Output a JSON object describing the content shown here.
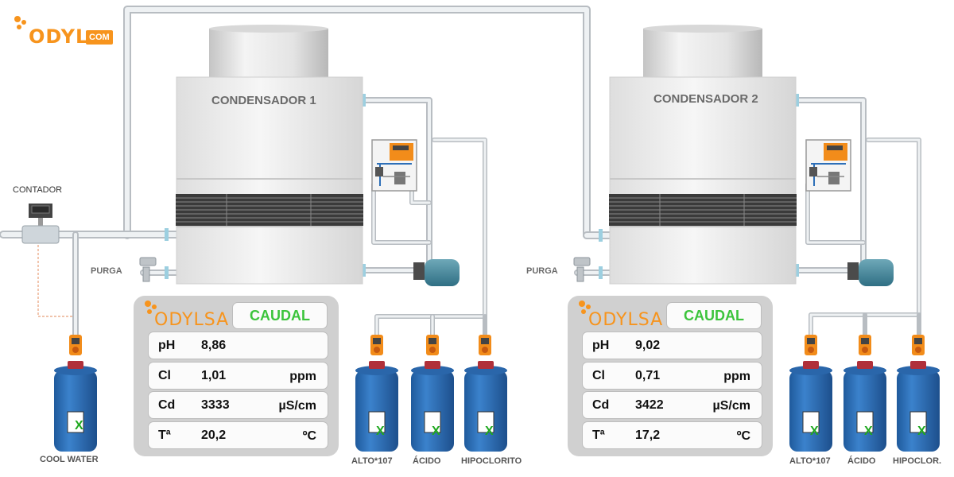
{
  "brand": {
    "logo_top": "ODYL",
    "logo_top_badge": "COM",
    "panel_logo": "ODYLSA"
  },
  "labels": {
    "contador": "CONTADOR",
    "cool_water": "COOL WATER",
    "purga": "PURGA"
  },
  "units": {
    "cl": "ppm",
    "cd": "µS/cm",
    "temp": "ºC"
  },
  "condenser_1": {
    "title": "CONDENSADOR 1",
    "caudal": "CAUDAL",
    "ph_label": "pH",
    "ph": "8,86",
    "cl_label": "Cl",
    "cl": "1,01",
    "cd_label": "Cd",
    "cd": "3333",
    "t_label": "Tª",
    "t": "20,2",
    "tanks": [
      "ALTO*107",
      "ÁCIDO",
      "HIPOCLORITO"
    ]
  },
  "condenser_2": {
    "title": "CONDENSADOR 2",
    "caudal": "CAUDAL",
    "ph_label": "pH",
    "ph": "9,02",
    "cl_label": "Cl",
    "cl": "0,71",
    "cd_label": "Cd",
    "cd": "3422",
    "t_label": "Tª",
    "t": "17,2",
    "tanks": [
      "ALTO*107",
      "ÁCIDO",
      "HIPOCLOR."
    ]
  },
  "tank_mark": "X",
  "colors": {
    "brand_orange": "#f7941d",
    "caudal_green": "#3cc43c",
    "tank_blue": "#2d6fb8",
    "mark_green": "#1fa81f"
  }
}
